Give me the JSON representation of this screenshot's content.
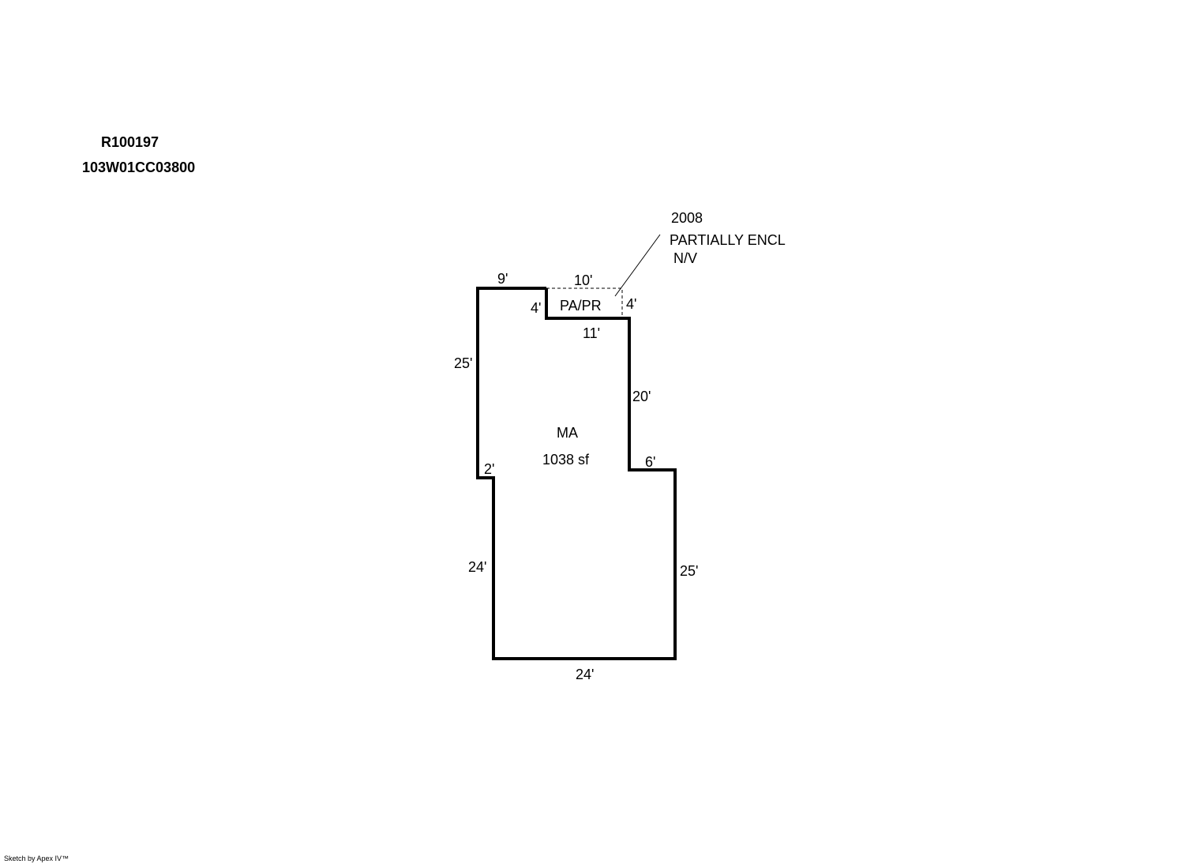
{
  "header": {
    "account_id": "R100197",
    "map_tax_lot": "103W01CC03800"
  },
  "main_area": {
    "code": "MA",
    "area": "1038 sf"
  },
  "addition": {
    "code": "PA/PR",
    "note_year": "2008",
    "note_desc": "PARTIALLY ENCL",
    "note_status": "N/V"
  },
  "dimensions": {
    "main_top_left": "9'",
    "main_left_upper": "25'",
    "main_step_left": "2'",
    "main_left_lower": "24'",
    "main_bottom": "24'",
    "main_right_lower": "25'",
    "main_step_right": "6'",
    "main_right_upper": "20'",
    "main_notch_bottom": "11'",
    "notch_left": "4'",
    "addition_top": "10'",
    "addition_right": "4'"
  },
  "footer": {
    "credit": "Sketch by Apex IV™"
  },
  "colors": {
    "line": "#000000",
    "background": "#ffffff"
  }
}
